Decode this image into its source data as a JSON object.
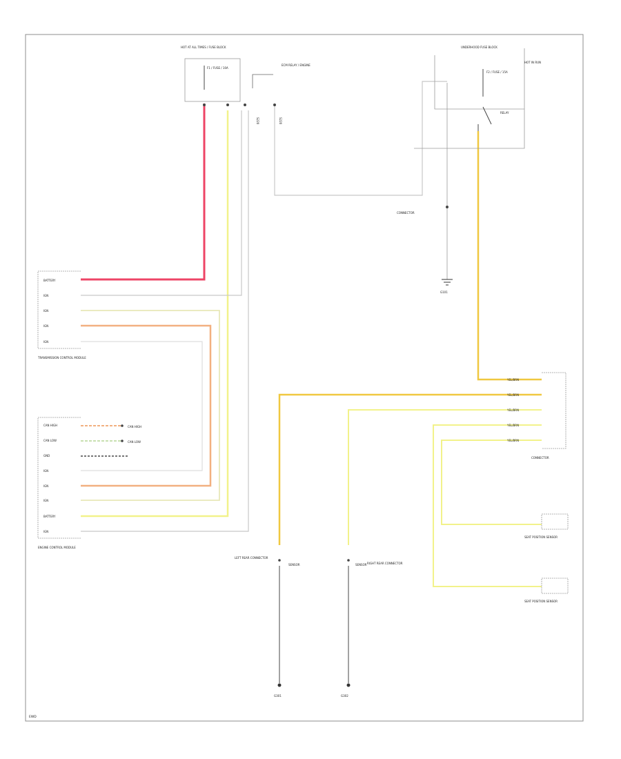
{
  "colors": {
    "red": "#ee4466",
    "yellow": "#f2f28a",
    "gray": "#c8c8c8",
    "orange": "#f2b080",
    "tan": "#e8d8a0",
    "gold": "#f0c840",
    "lgreen": "#c8e0b0",
    "black": "#222222",
    "frame": "#8c8c8c"
  },
  "labels": {
    "fuse_block_top_left": "HOT AT ALL TIMES / FUSE BLOCK",
    "fuse_ecm": "F1 / FUSE / 10A",
    "relay_label": "ECM RELAY / ENGINE",
    "hot_in_run": "HOT IN RUN",
    "fuse_b_block": "UNDERHOOD FUSE BLOCK",
    "fuse_right": "F2 / FUSE / 15A",
    "relay_right": "RELAY",
    "splice_top": "S220",
    "splice_top_right": "S220",
    "ground_connector": "CONNECTOR",
    "ground_g1": "G101",
    "tcm_top_title": "TRANSMISSION CONTROL MODULE",
    "tcm_bottom_title": "ENGINE CONTROL MODULE",
    "can_high": "CAN HIGH",
    "can_low": "CAN LOW",
    "pin_row_labels": [
      "BATTERY",
      "IGN",
      "IGN",
      "IGN",
      "IGN"
    ],
    "ecm_row_labels": [
      "CAN HIGH",
      "CAN LOW",
      "GND",
      "IGN",
      "IGN",
      "IGN",
      "BATTERY",
      "IGN"
    ],
    "right_connector_title": "CONNECTOR",
    "yellow_wires": [
      "YEL/BRN",
      "YEL/BRN",
      "YEL/BRN",
      "YEL/BRN",
      "YEL/BRN"
    ],
    "left_rear_connector": "LEFT REAR CONNECTOR",
    "right_rear_connector": "RIGHT REAR CONNECTOR",
    "sensor_left": "SENSOR",
    "sensor_right": "SENSOR",
    "sensor_module_1": "SEAT POSITION SENSOR",
    "sensor_module_2": "SEAT POSITION SENSOR",
    "left_ground": "G301",
    "right_ground": "G302",
    "corner_note": "EWD"
  }
}
